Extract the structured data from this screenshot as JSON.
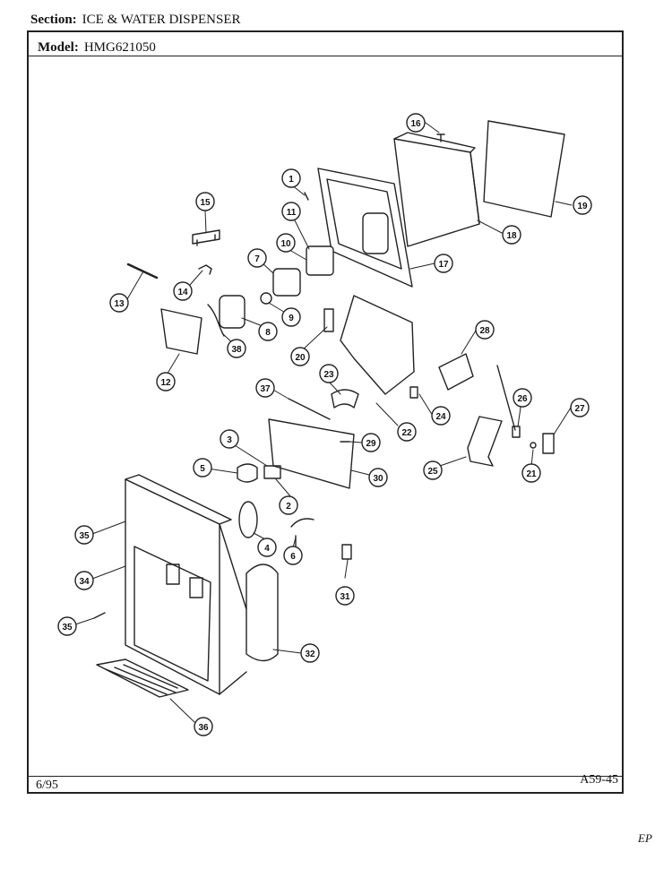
{
  "header": {
    "section_label": "Section:",
    "section_value": "ICE & WATER DISPENSER",
    "model_label": "Model:",
    "model_value": "HMG621050"
  },
  "footer": {
    "date": "6/95",
    "page_code": "A59-45",
    "signature": "EP"
  },
  "callouts": [
    "1",
    "2",
    "3",
    "4",
    "5",
    "6",
    "7",
    "8",
    "9",
    "10",
    "11",
    "12",
    "13",
    "14",
    "15",
    "16",
    "17",
    "18",
    "19",
    "20",
    "21",
    "22",
    "23",
    "24",
    "25",
    "26",
    "27",
    "28",
    "29",
    "30",
    "31",
    "32",
    "34",
    "35",
    "35",
    "36",
    "37",
    "38"
  ]
}
